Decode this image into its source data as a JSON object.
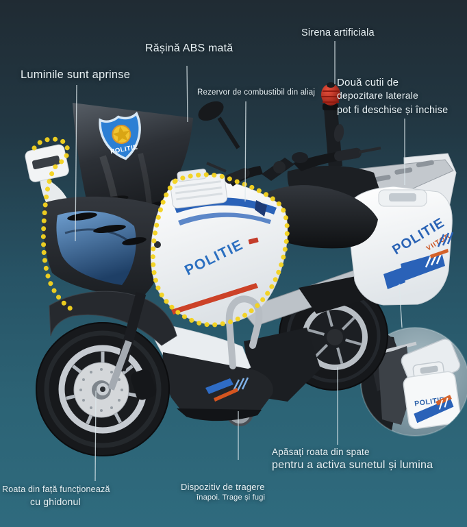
{
  "product": {
    "description": "Toy police motorcycle promo photo with Romanian feature callouts"
  },
  "annotations": {
    "lights": {
      "label": "Luminile sunt aprinse"
    },
    "abs_resin": {
      "label": "Rășină ABS mată"
    },
    "siren": {
      "label": "Sirena artificiala"
    },
    "fuel_tank": {
      "label": "Rezervor de combustibil din aliaj"
    },
    "side_boxes": {
      "line1": "Două cutii de",
      "line2": "depozitare laterale",
      "line3": "pot fi deschise și închise"
    },
    "rear_wheel": {
      "line1": "Apăsați roata din spate",
      "line2": "pentru a activa sunetul și lumina"
    },
    "front_wheel": {
      "line1": "Roata din față funcționează",
      "line2": "cu ghidonul"
    },
    "pull_back": {
      "line1": "Dispozitiv de tragere",
      "line2": "înapoi. Trage și fugi"
    }
  },
  "decals": {
    "windshield_badge": "POLITIE",
    "fairing_side": "POLITIE",
    "side_box_main": "POLITIE",
    "side_box_sub": "VIITOR",
    "inset_box": "POLITIE"
  },
  "colors": {
    "background_top": "#202b33",
    "background_bottom": "#2f6b7e",
    "label_text": "#e9f1f4",
    "callout_line": "#dde8ec",
    "highlight_dots": "#f4d21f",
    "politie_blue": "#2b6fc0",
    "stripe_red": "#cc4228",
    "siren_red": "#d23524",
    "viitor_orange": "#cc5522"
  }
}
